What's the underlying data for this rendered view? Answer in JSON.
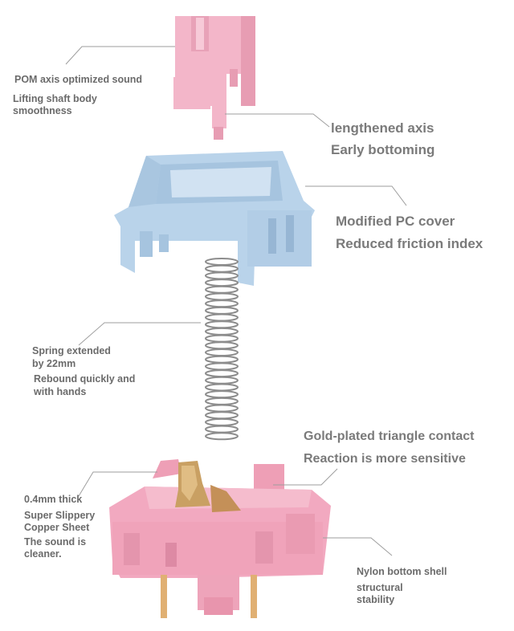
{
  "colors": {
    "stem_pink": "#f3b6c9",
    "stem_shadow": "#e79db3",
    "housing_blue": "#b9d3ea",
    "housing_blue_shadow": "#97b6d4",
    "base_pink": "#f2a9c0",
    "base_shadow": "#dd8aa4",
    "copper": "#c9a063",
    "spring": "#8c8c8c",
    "leader_line": "#9e9e9e",
    "label_text": "#6b6b6b"
  },
  "labels": {
    "stem_sound": "POM axis optimized sound",
    "stem_smooth_1": "Lifting shaft body",
    "stem_smooth_2": "smoothness",
    "axis_1": "lengthened axis",
    "axis_2": "Early bottoming",
    "cover_1": "Modified PC cover",
    "cover_2": "Reduced friction index",
    "spring_1": "Spring extended",
    "spring_2": "by 22mm",
    "spring_3": "Rebound quickly and",
    "spring_4": "with hands",
    "contact_1": "Gold-plated triangle contact",
    "contact_2": "Reaction is more sensitive",
    "copper_1": "0.4mm thick",
    "copper_2": "Super Slippery",
    "copper_3": "Copper Sheet",
    "copper_4": "The sound is",
    "copper_5": "cleaner.",
    "shell_1": "Nylon bottom shell",
    "shell_2": "structural",
    "shell_3": "stability"
  }
}
